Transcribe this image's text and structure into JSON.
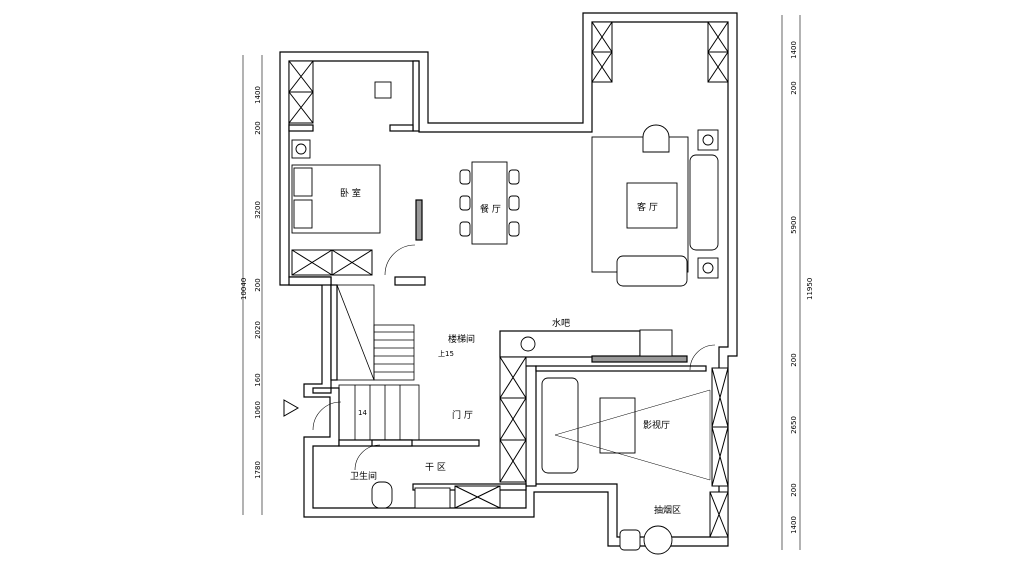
{
  "rooms": {
    "bedroom": "卧 室",
    "dining": "餐 厅",
    "living": "客 厅",
    "stair_room": "楼梯间",
    "water_bar": "水吧",
    "foyer": "门 厅",
    "theater": "影视厅",
    "dry_zone": "干 区",
    "bathroom": "卫生间",
    "smoking": "抽烟区"
  },
  "stair_up": "上15",
  "stair_14": "14",
  "left_dims": [
    "1400",
    "200",
    "3200",
    "200",
    "2020",
    "160",
    "1060",
    "1780"
  ],
  "left_total": "10040",
  "right_dims": [
    "1400",
    "200",
    "5900",
    "200",
    "2650",
    "200",
    "1400"
  ],
  "right_total": "11950",
  "colors": {
    "wall_fill": "#ffffff",
    "wall_stroke": "#000000",
    "accent_gray": "#808080"
  }
}
